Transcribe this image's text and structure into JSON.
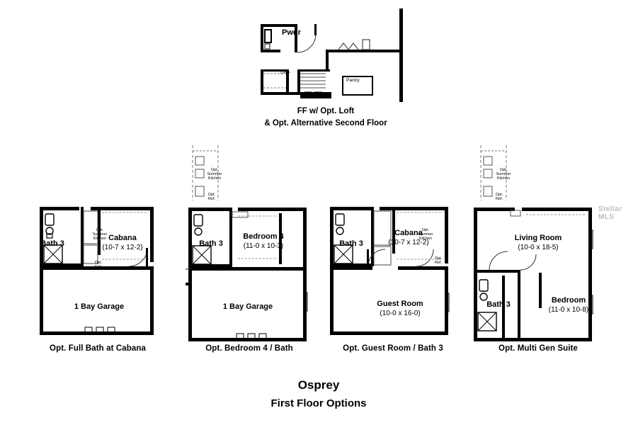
{
  "document": {
    "title_line1": "Osprey",
    "title_line2": "First Floor Options",
    "watermark": "Stellar MLS"
  },
  "top_plan": {
    "caption_line1": "FF w/ Opt. Loft",
    "caption_line2": "& Opt. Alternative Second Floor",
    "labels": [
      {
        "text": "Pwdr",
        "style": "bold"
      },
      {
        "text": "UP",
        "style": "small"
      },
      {
        "text": "Pantry",
        "style": "small"
      }
    ]
  },
  "plans": [
    {
      "id": "opt-full-bath-at-cabana",
      "caption": "Opt. Full Bath at Cabana",
      "rooms": [
        {
          "name": "Bath 3",
          "dim": ""
        },
        {
          "name": "Cabana",
          "dim": "(10-7 x 12-2)"
        },
        {
          "name": "1 Bay Garage",
          "dim": ""
        }
      ],
      "small_labels": [
        {
          "line1": "Opt.",
          "line2": "Summer",
          "line3": "Kitchen"
        },
        {
          "line1": "Opt.",
          "line2": "Ref.",
          "line3": ""
        }
      ]
    },
    {
      "id": "opt-bedroom-4-bath",
      "caption": "Opt. Bedroom 4 / Bath",
      "rooms": [
        {
          "name": "Bath 3",
          "dim": ""
        },
        {
          "name": "Bedroom 4",
          "dim": "(11-0 x 10-3)"
        },
        {
          "name": "1 Bay Garage",
          "dim": ""
        }
      ],
      "small_labels": [
        {
          "line1": "Opt.",
          "line2": "Summer",
          "line3": "Kitchen"
        },
        {
          "line1": "Opt.",
          "line2": "Ref.",
          "line3": ""
        }
      ]
    },
    {
      "id": "opt-guest-room-bath-3",
      "caption": "Opt. Guest Room / Bath 3",
      "rooms": [
        {
          "name": "Bath 3",
          "dim": ""
        },
        {
          "name": "Cabana",
          "dim": "(10-7 x 12-2)"
        },
        {
          "name": "Guest Room",
          "dim": "(10-0 x 16-0)"
        }
      ],
      "small_labels": [
        {
          "line1": "Opt.",
          "line2": "Summer",
          "line3": "Kitchen"
        },
        {
          "line1": "Opt.",
          "line2": "Ref.",
          "line3": ""
        }
      ]
    },
    {
      "id": "opt-multi-gen-suite",
      "caption": "Opt. Multi Gen Suite",
      "rooms": [
        {
          "name": "Living Room",
          "dim": "(10-0 x 18-5)"
        },
        {
          "name": "Bath 3",
          "dim": ""
        },
        {
          "name": "Bedroom",
          "dim": "(11-0 x 10-8)"
        }
      ],
      "small_labels": [
        {
          "line1": "Opt.",
          "line2": "Summer",
          "line3": "Kitchen"
        },
        {
          "line1": "Opt.",
          "line2": "Ref.",
          "line3": ""
        }
      ]
    }
  ]
}
